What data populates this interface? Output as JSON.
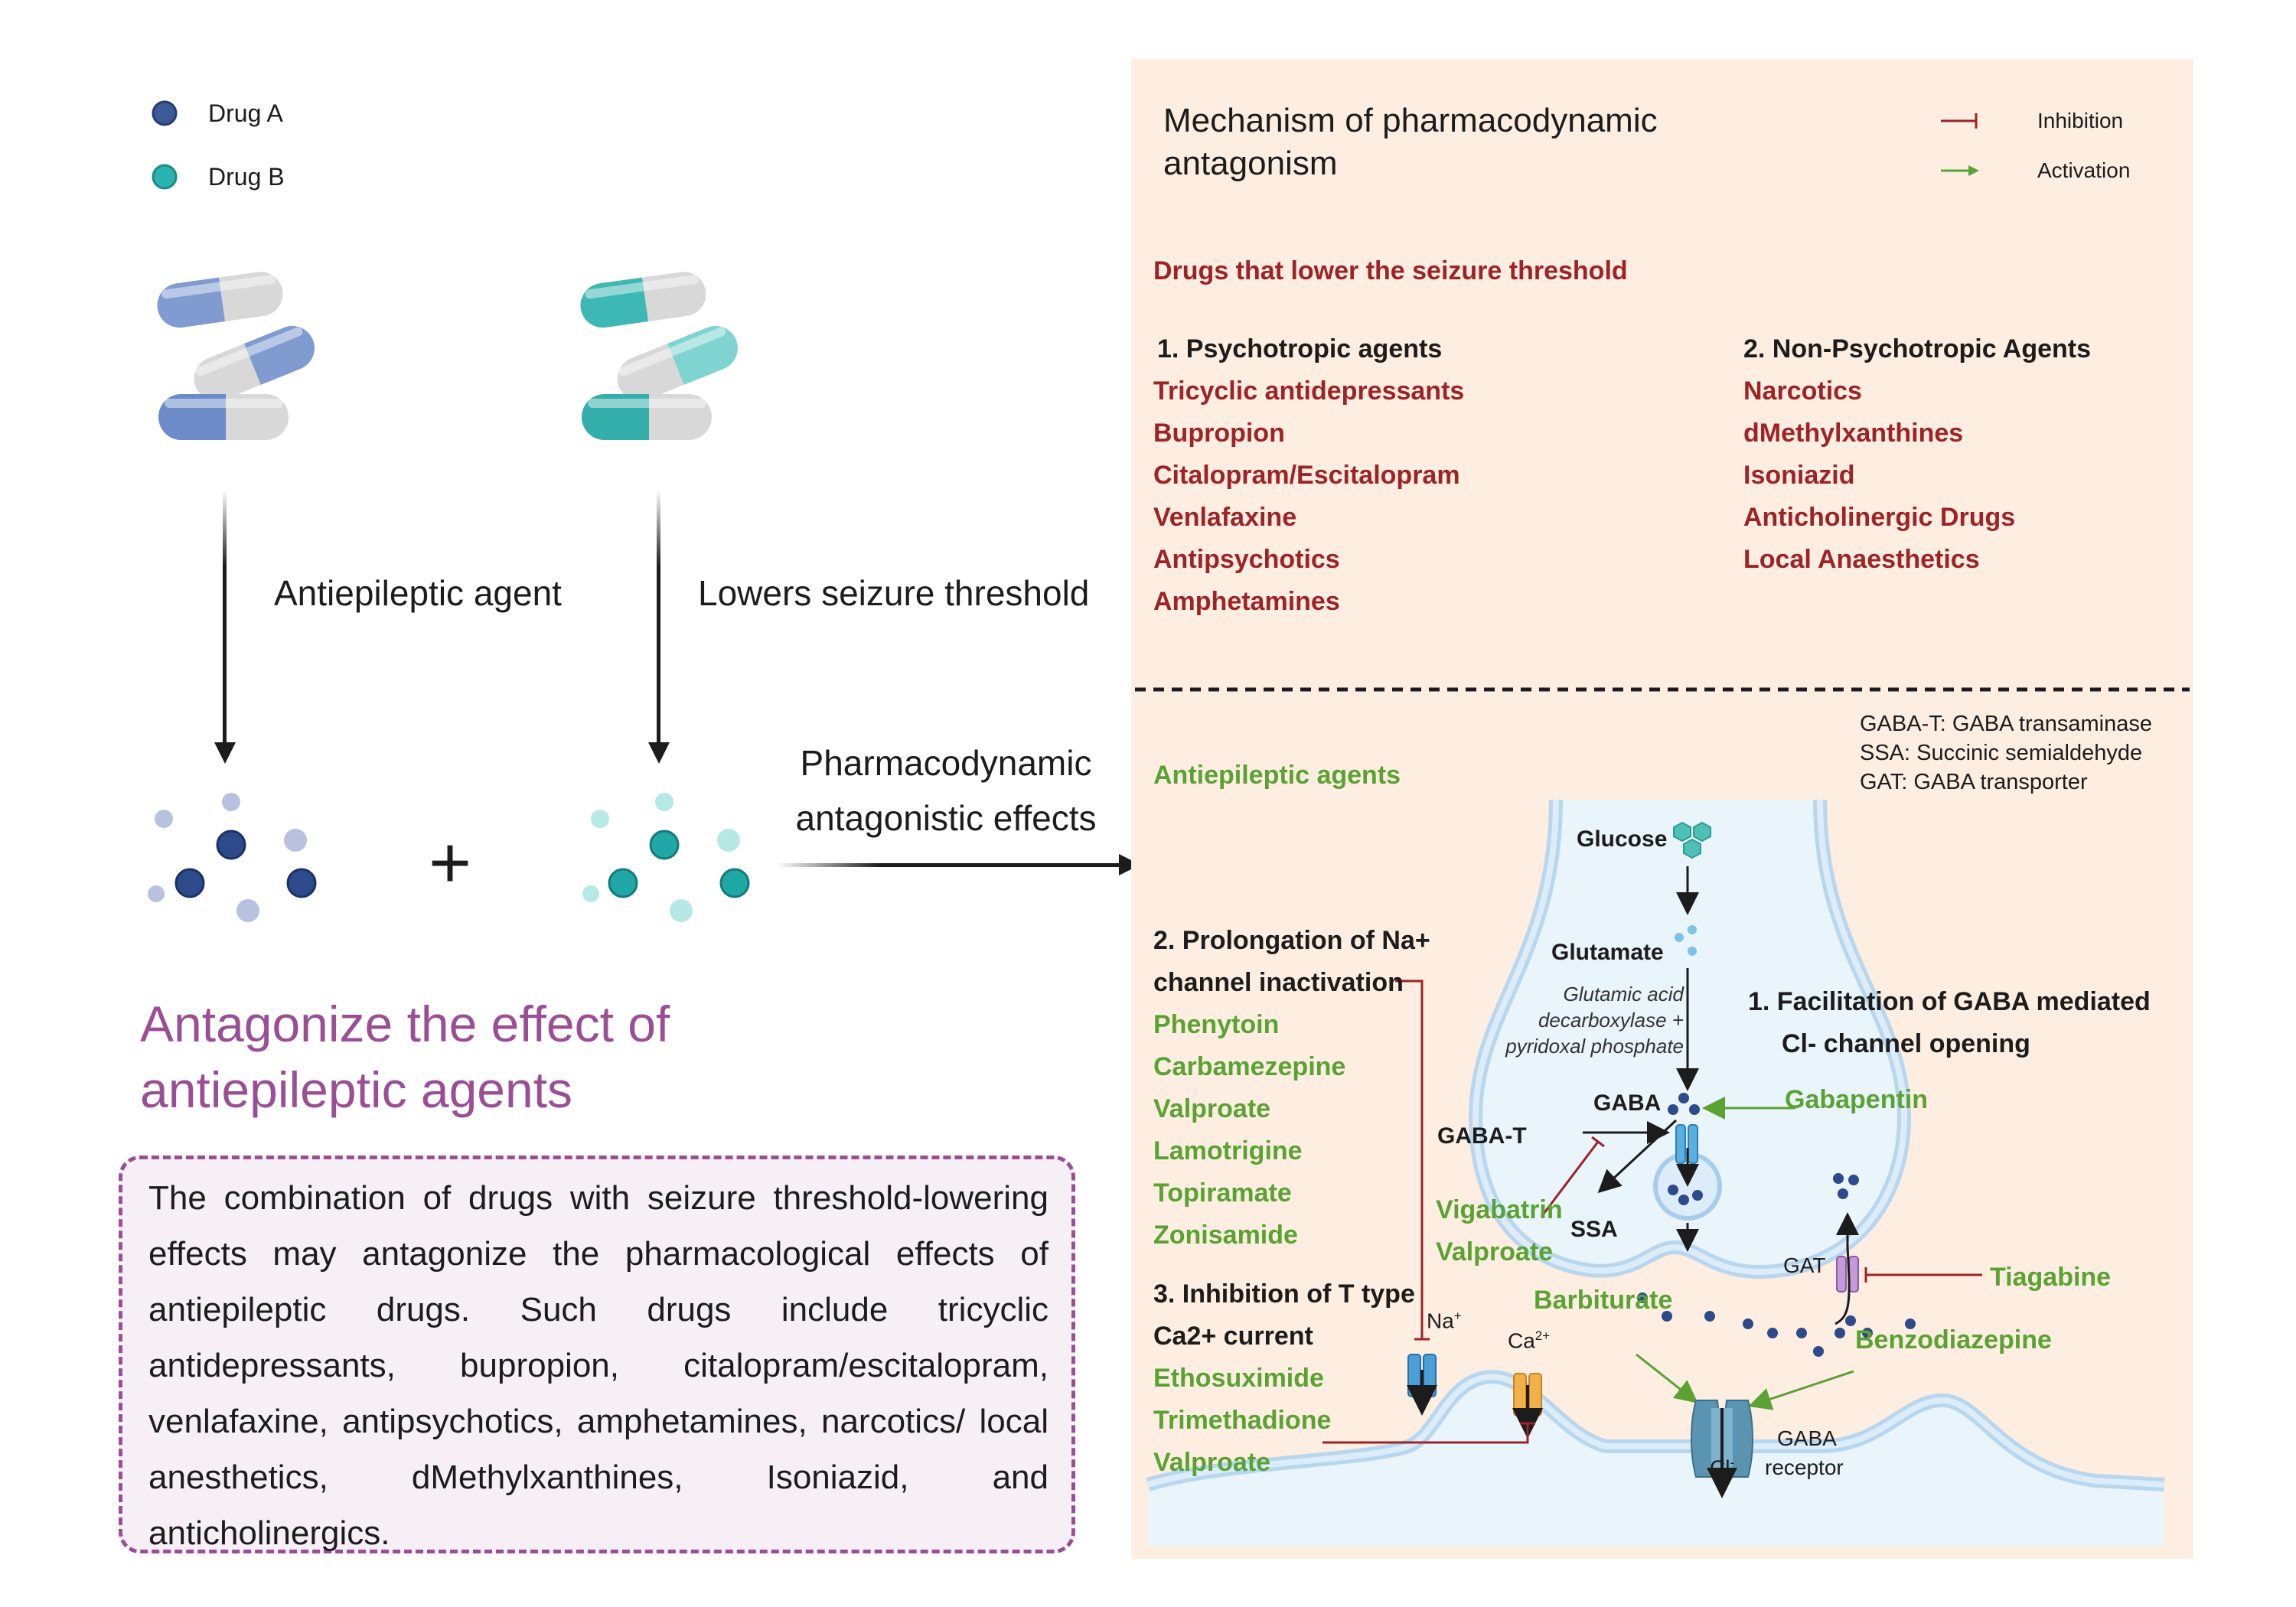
{
  "legend": {
    "drug_a": {
      "label": "Drug A",
      "color": "#3c5a99"
    },
    "drug_b": {
      "label": "Drug B",
      "color": "#2bb3b1"
    }
  },
  "flow": {
    "antiepileptic_label": "Antiepileptic agent",
    "lowers_label": "Lowers seizure threshold",
    "effects_line1": "Pharmacodynamic",
    "effects_line2": "antagonistic effects",
    "plus": "+"
  },
  "title": {
    "line1": "Antagonize the effect of",
    "line2": "antiepileptic agents"
  },
  "note_text": "The combination of drugs with seizure threshold-lowering effects may antagonize the pharmacological effects of antiepileptic drugs. Such drugs include tricyclic antidepressants, bupropion, citalopram/escitalopram, venlafaxine, antipsychotics, amphetamines, narcotics/ local anesthetics, dMethylxanthines, Isoniazid, and anticholinergics.",
  "panel": {
    "title_line1": "Mechanism of pharmacodynamic",
    "title_line2": "antagonism",
    "legend": {
      "inhibition": "Inhibition",
      "activation": "Activation",
      "inhibition_color": "#9c2427",
      "activation_color": "#5aa233"
    },
    "lower_heading": "Drugs that lower the seizure threshold",
    "psychotropic": {
      "heading": "1.  Psychotropic agents",
      "items": [
        "Tricyclic antidepressants",
        "Bupropion",
        "Citalopram/Escitalopram",
        "Venlafaxine",
        "Antipsychotics",
        "Amphetamines"
      ]
    },
    "non_psychotropic": {
      "heading": "2. Non-Psychotropic Agents",
      "items": [
        "Narcotics",
        "dMethylxanthines",
        "Isoniazid",
        "Anticholinergic Drugs",
        "Local Anaesthetics"
      ]
    },
    "abbreviations": [
      "GABA-T: GABA transaminase",
      "SSA: Succinic semialdehyde",
      "GAT: GABA transporter"
    ],
    "antiepileptic_heading": "Antiepileptic agents",
    "na_mech": {
      "line1": "2. Prolongation of Na+",
      "line2": "channel inactivation",
      "drugs": [
        "Phenytoin",
        "Carbamezepine",
        "Valproate",
        "Lamotrigine",
        "Topiramate",
        "Zonisamide"
      ]
    },
    "ca_mech": {
      "line1": "3. Inhibition of T type",
      "line2": "Ca2+ current",
      "drugs": [
        "Ethosuximide",
        "Trimethadione",
        "Valproate"
      ]
    },
    "gaba_mech": {
      "line1": "1.  Facilitation of GABA mediated",
      "line2": "Cl- channel opening"
    },
    "synapse": {
      "glucose": "Glucose",
      "glutamate": "Glutamate",
      "enzyme_line1": "Glutamic acid",
      "enzyme_line2": "decarboxylase +",
      "enzyme_line3": "pyridoxal phosphate",
      "gaba": "GABA",
      "gaba_t": "GABA-T",
      "ssa": "SSA",
      "gat": "GAT",
      "na": "Na",
      "na_sup": "+",
      "ca": "Ca",
      "ca_sup": "2+",
      "cl": "Cl",
      "cl_sup": "-",
      "gaba_receptor_line1": "GABA",
      "gaba_receptor_line2": "receptor"
    },
    "synapse_drugs": {
      "gabapentin": "Gabapentin",
      "vigabatrin": "Vigabatrin",
      "valproate": "Valproate",
      "tiagabine": "Tiagabine",
      "barbiturate": "Barbiturate",
      "benzodiazepine": "Benzodiazepine"
    }
  }
}
